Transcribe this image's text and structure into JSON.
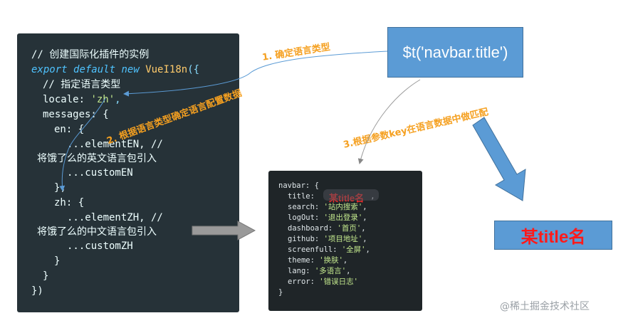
{
  "code_main": {
    "l1": "// 创建国际化插件的实例",
    "l2_kw1": "export",
    "l2_kw2": "default",
    "l2_kw3": "new",
    "l2_cls": "VueI18n",
    "l2_tail": "({",
    "l3": "// 指定语言类型",
    "l4_prop": "locale: ",
    "l4_str": "'zh'",
    "l4_tail": ",",
    "l5": "messages: {",
    "l6": "en: {",
    "l7_a": "...elementEN, //",
    "l8": "将饿了么的英文语言包引入",
    "l9": "...customEN",
    "l10": "},",
    "l11": "zh: {",
    "l12_a": "...elementZH, //",
    "l13": "将饿了么的中文语言包引入",
    "l14": "...customZH",
    "l15": "}",
    "l16": "}",
    "l17": "})"
  },
  "code_navbar": {
    "l1": "navbar: {",
    "title_key": "title: ",
    "title_tail": ",",
    "title_value": "某title名",
    "search": "search: ",
    "search_v": "'站内搜索'",
    "logout": "logOut: ",
    "logout_v": "'退出登录'",
    "dashboard": "dashboard: ",
    "dashboard_v": "'首页'",
    "github": "github: ",
    "github_v": "'项目地址'",
    "screenfull": "screenfull: ",
    "screenfull_v": "'全屏'",
    "theme": "theme: ",
    "theme_v": "'换肤'",
    "lang": "lang: ",
    "lang_v": "'多语言'",
    "error": "error: ",
    "error_v": "'错误日志'",
    "close": "}"
  },
  "call_box": "$t('navbar.title')",
  "result_box": "某title名",
  "labels": {
    "step1": "1. 确定语言类型",
    "step2": "2. 根据语言类型确定语言配置数据",
    "step3": "3.根据参数key在语言数据中做匹配"
  },
  "watermark": "@稀土掘金技术社区",
  "colors": {
    "panel": "#263238",
    "box_blue": "#5b9bd5",
    "label_orange": "#f5a020",
    "result_red": "#ff1a1a"
  }
}
